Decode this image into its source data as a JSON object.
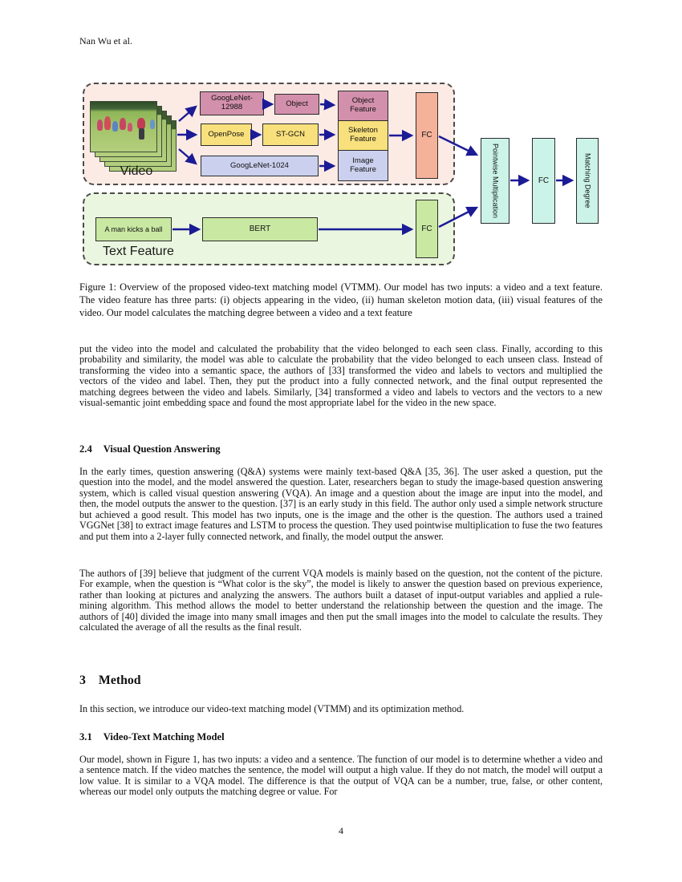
{
  "header": {
    "running_author": "Nan Wu et al."
  },
  "figure": {
    "video": {
      "label": "Video",
      "googlenet_12988": "GoogLeNet-12988",
      "object": "Object",
      "object_feature": "Object Feature",
      "openpose": "OpenPose",
      "st_gcn": "ST-GCN",
      "skeleton_feature": "Skeleton Feature",
      "googlenet_1024": "GoogLeNet-1024",
      "image_feature": "Image Feature",
      "fc": "FC"
    },
    "text": {
      "label": "Text Feature",
      "sentence": "A man kicks a ball",
      "bert": "BERT",
      "fc": "FC"
    },
    "fusion": {
      "pointwise_multiplication": "Pointwise Multiplication",
      "fc": "FC",
      "matching_degree": "Matching Degree"
    },
    "colors": {
      "arrow": "#1b1b96",
      "video_panel_bg": "#fcebe5",
      "text_panel_bg": "#ebf6e0",
      "pink_box": "#d390ac",
      "yellow_box": "#f8e07c",
      "lavender_box": "#cbd0ee",
      "salmon_box": "#f5b29a",
      "green_box": "#c9e9a3",
      "cyan_box": "#cbf3e7"
    }
  },
  "caption": "Figure 1: Overview of the proposed video-text matching model (VTMM). Our model has two inputs: a video and a text feature. The video feature has three parts: (i) objects appearing in the video, (ii) human skeleton motion data, (iii) visual features of the video. Our model calculates the matching degree between a video and a text feature",
  "body": {
    "para_zsl": "put the video into the model and calculated the probability that the video belonged to each seen class. Finally, according to this probability and similarity, the model was able to calculate the probability that the video belonged to each unseen class. Instead of transforming the video into a semantic space, the authors of [33] transformed the video and labels to vectors and multiplied the vectors of the video and label. Then, they put the product into a fully connected network, and the final output represented the matching degrees between the video and labels. Similarly, [34] transformed a video and labels to vectors and the vectors to a new visual-semantic joint embedding space and found the most appropriate label for the video in the new space.",
    "sec24": {
      "number": "2.4",
      "title": "Visual Question Answering"
    },
    "para_vqa1": "In the early times, question answering (Q&A) systems were mainly text-based Q&A [35, 36]. The user asked a question, put the question into the model, and the model answered the question. Later, researchers began to study the image-based question answering system, which is called visual question answering (VQA). An image and a question about the image are input into the model, and then, the model outputs the answer to the question. [37] is an early study in this field. The author only used a simple network structure but achieved a good result. This model has two inputs, one is the image and the other is the question. The authors used a trained VGGNet [38] to extract image features and LSTM to process the question. They used pointwise multiplication to fuse the two features and put them into a 2-layer fully connected network, and finally, the model output the answer.",
    "para_vqa2": "The authors of [39] believe that judgment of the current VQA models is mainly based on the question, not the content of the picture. For example, when the question is “What color is the sky”, the model is likely to answer the question based on previous experience, rather than looking at pictures and analyzing the answers. The authors built a dataset of input-output variables and applied a rule-mining algorithm. This method allows the model to better understand the relationship between the question and the image. The authors of [40] divided the image into many small images and then put the small images into the model to calculate the results. They calculated the average of all the results as the final result.",
    "sec3": {
      "number": "3",
      "title": "Method"
    },
    "para_method": "In this section, we introduce our video-text matching model (VTMM) and its optimization method.",
    "sec31": {
      "number": "3.1",
      "title": "Video-Text Matching Model"
    },
    "para_model": "Our model, shown in Figure 1, has two inputs: a video and a sentence. The function of our model is to determine whether a video and a sentence match. If the video matches the sentence, the model will output a high value. If they do not match, the model will output a low value. It is similar to a VQA model. The difference is that the output of VQA can be a number, true, false, or other content, whereas our model only outputs the matching degree or value. For"
  },
  "footer": {
    "page_number": "4"
  }
}
